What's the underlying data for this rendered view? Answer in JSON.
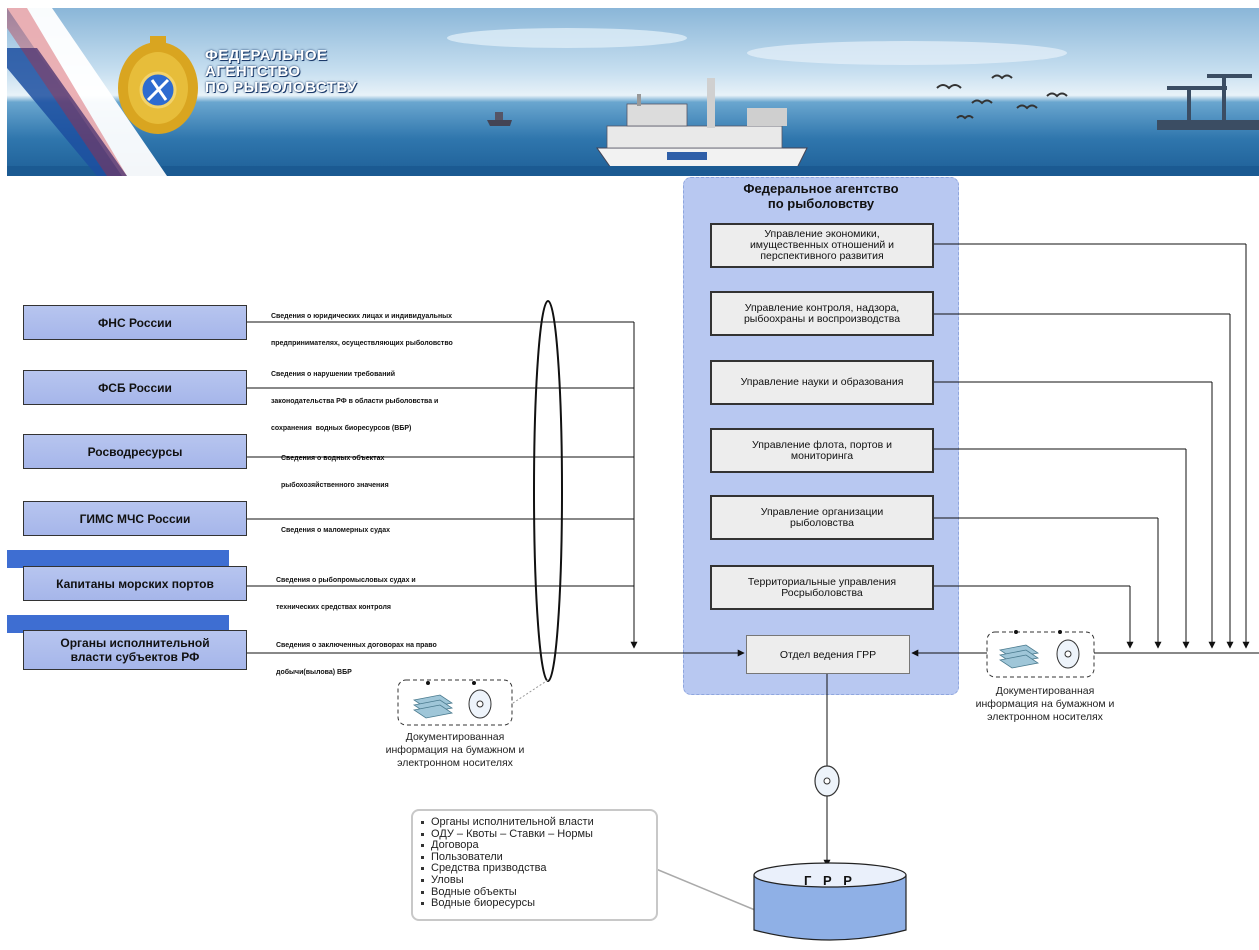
{
  "banner": {
    "title_lines": [
      "ФЕДЕРАЛЬНОЕ",
      "АГЕНТСТВО",
      "ПО РЫБОЛОВСТВУ"
    ],
    "colors": {
      "sea": "#2f76ad",
      "sky": "#c7dff0",
      "flag_white": "#ffffff",
      "flag_blue": "#1c4fa0",
      "flag_red": "#c8202c"
    }
  },
  "agency": {
    "title_lines": [
      "Федеральное агентство",
      "по рыболовству"
    ],
    "departments": [
      {
        "id": "economy",
        "lines": [
          "Управление экономики,",
          "имущественных отношений и",
          "перспективного развития"
        ]
      },
      {
        "id": "control",
        "lines": [
          "Управление контроля, надзора,",
          "рыбоохраны и воспроизводства"
        ]
      },
      {
        "id": "science",
        "lines": [
          "Управление науки и образования"
        ]
      },
      {
        "id": "fleet",
        "lines": [
          "Управление флота, портов и",
          "мониторинга"
        ]
      },
      {
        "id": "organization",
        "lines": [
          "Управление организации",
          "рыболовства"
        ]
      },
      {
        "id": "territorial",
        "lines": [
          "Территориальные управления",
          "Росрыболовства"
        ]
      }
    ],
    "grr_department": "Отдел ведения ГРР"
  },
  "sources": [
    {
      "id": "fns",
      "label": "ФНС России",
      "annotation": [
        "Сведения о юридических лицах и индивидуальных",
        "предпринимателях, осуществляющих рыболовство"
      ]
    },
    {
      "id": "fsb",
      "label": "ФСБ России",
      "annotation": [
        "Сведения о нарушении требований",
        "законодательства РФ в области рыболовства и",
        "сохранения  водных биоресурсов (ВБР)"
      ]
    },
    {
      "id": "water",
      "label": "Росводресурсы",
      "annotation": [
        "Сведения о водных объектах",
        "рыбохозяйственного значения"
      ]
    },
    {
      "id": "gims",
      "label": "ГИМС МЧС России",
      "annotation": [
        "Сведения о маломерных судах"
      ]
    },
    {
      "id": "captains",
      "label": "Капитаны морских портов",
      "annotation": [
        "Сведения о рыбопромысловых судах и",
        "технических средствах контроля"
      ]
    },
    {
      "id": "regions",
      "label_lines": [
        "Органы исполнительной",
        "власти субъектов РФ"
      ],
      "annotation": [
        "Сведения о заключенных договорах на право",
        "добычи(вылова) ВБР"
      ]
    }
  ],
  "document_caption": [
    "Документированная",
    "информация на бумажном и",
    "электронном носителях"
  ],
  "registry": {
    "items": [
      "Органы исполнительной власти",
      "ОДУ – Квоты – Ставки – Нормы",
      "Договора",
      "Пользователи",
      "Средства призводства",
      "Уловы",
      "Водные объекты",
      "Водные биоресурсы"
    ],
    "db_label": "Г Р Р"
  },
  "colors": {
    "panel": "#b8c8f1",
    "source_fill": "#a6b6ea",
    "tab": "#3e6ed2",
    "dept_fill": "#ededed",
    "db_fill": "#8fb0e6"
  }
}
